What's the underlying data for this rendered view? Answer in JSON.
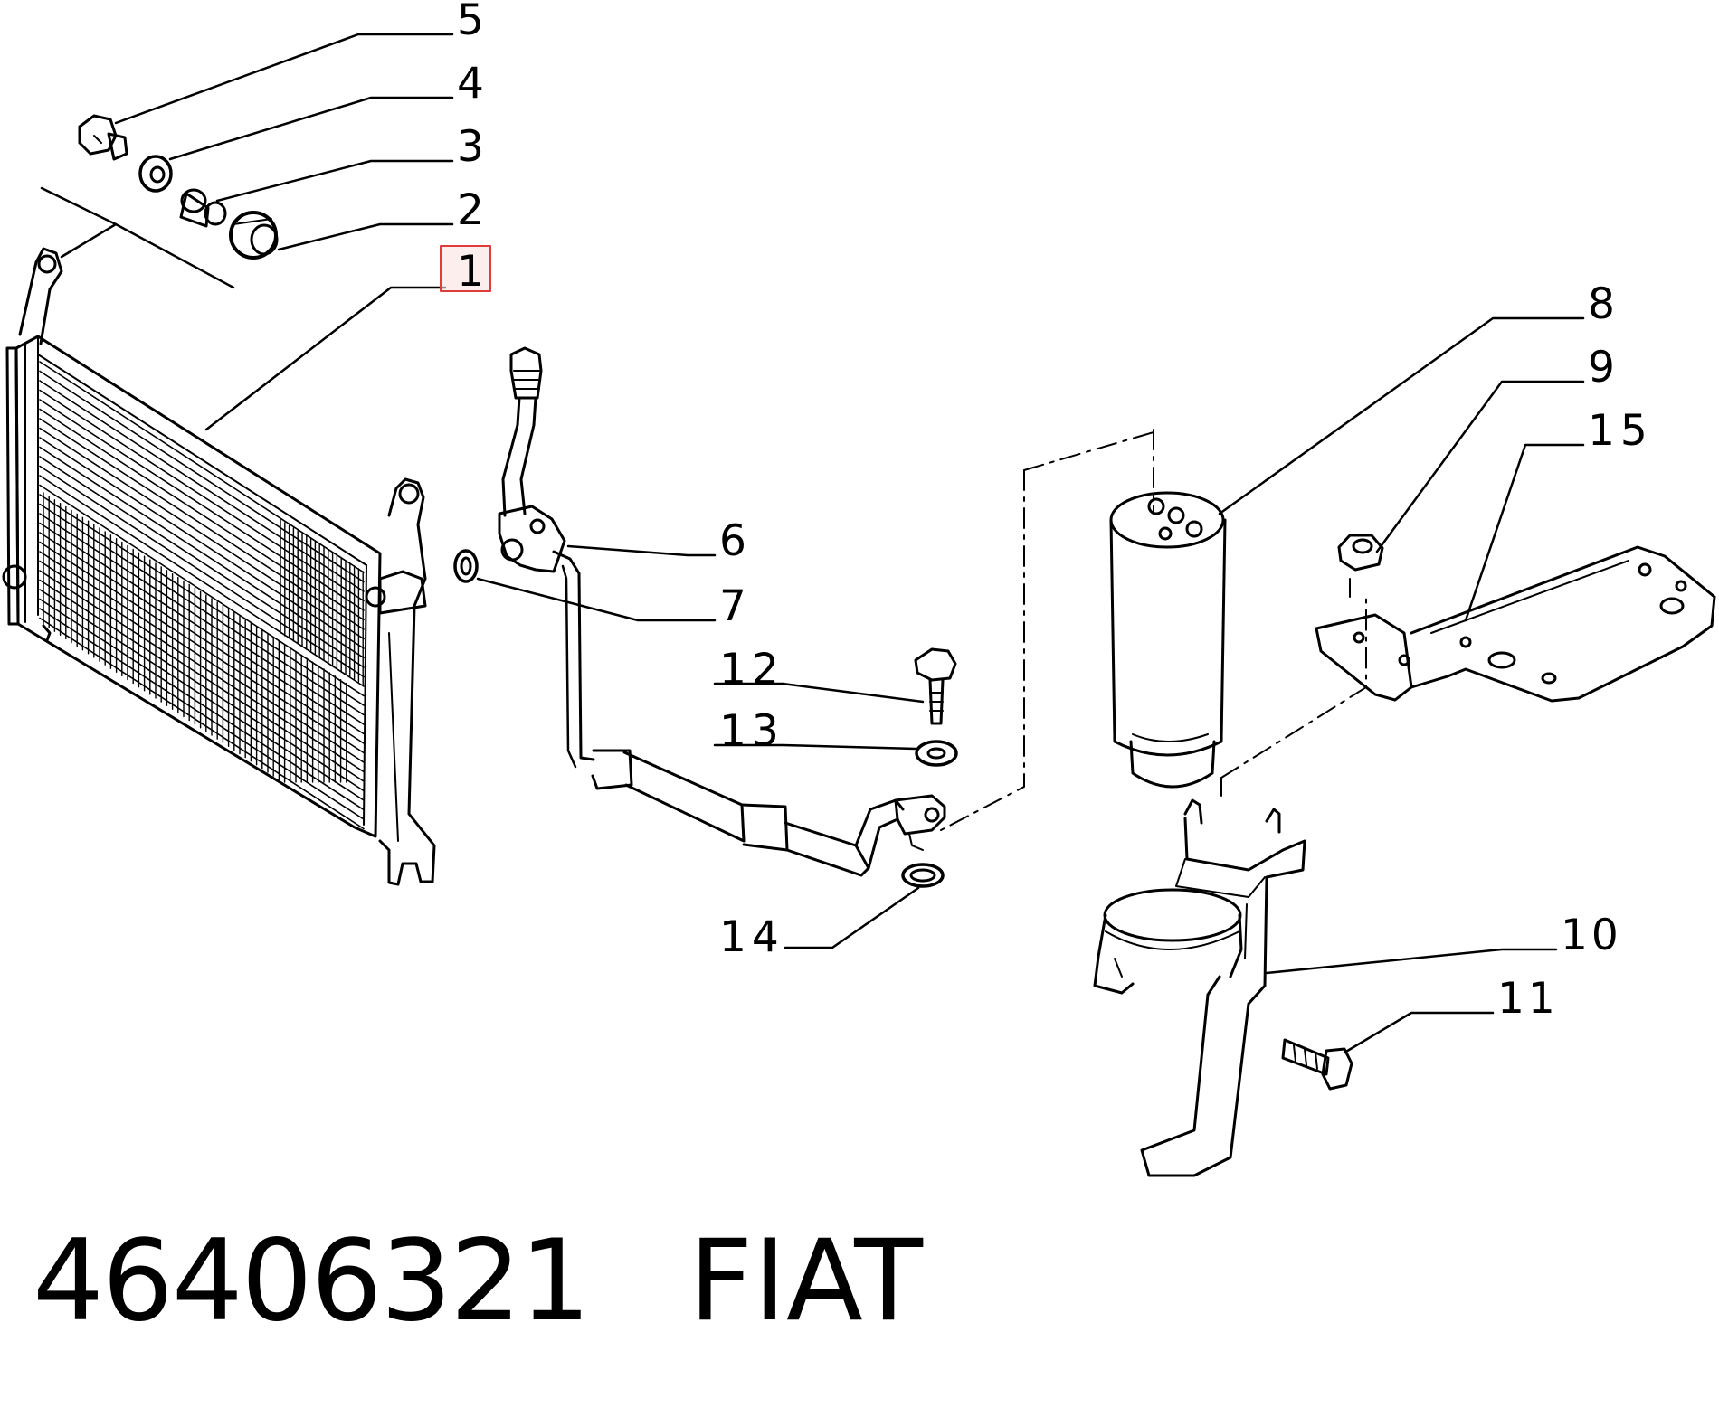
{
  "highlight_color": "#e03c3c",
  "callouts": {
    "c1": "1",
    "c2": "2",
    "c3": "3",
    "c4": "4",
    "c5": "5",
    "c6": "6",
    "c7": "7",
    "c8": "8",
    "c9": "9",
    "c10": "10",
    "c11": "11",
    "c12": "12",
    "c13": "13",
    "c14": "14",
    "c15": "15"
  },
  "highlighted_callout": "1",
  "footer": {
    "part_number": "46406321",
    "brand": "FIAT"
  }
}
